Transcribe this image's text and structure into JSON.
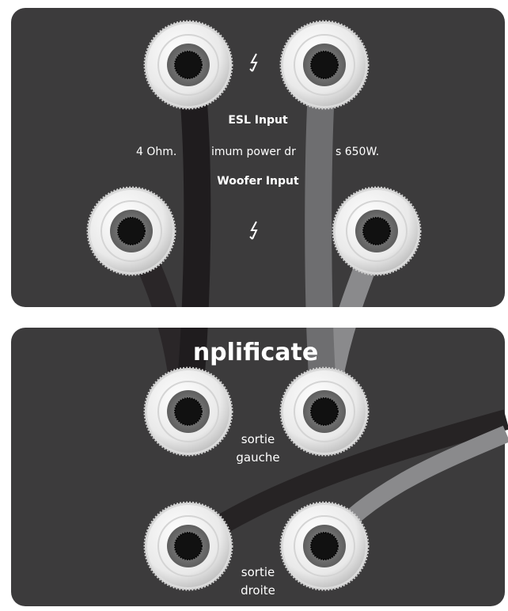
{
  "speaker_panel": {
    "esl_label": "ESL Input",
    "note_left": "4 Ohm.",
    "note_mid": "imum power dr",
    "note_right": "s 650W.",
    "woofer_label": "Woofer Input",
    "bolt_icon": "lightning-icon"
  },
  "amplifier_panel": {
    "title": "nplificate",
    "left_output": [
      "sortie",
      "gauche"
    ],
    "right_output": [
      "sortie",
      "droite"
    ]
  },
  "colors": {
    "panel": "#3c3b3c",
    "cable_dark": "#1f1c1e",
    "cable_black": "#262324",
    "cable_grey": "#6e6e70",
    "cable_light": "#8a8a8c",
    "post_white": "#f1f1f1"
  }
}
